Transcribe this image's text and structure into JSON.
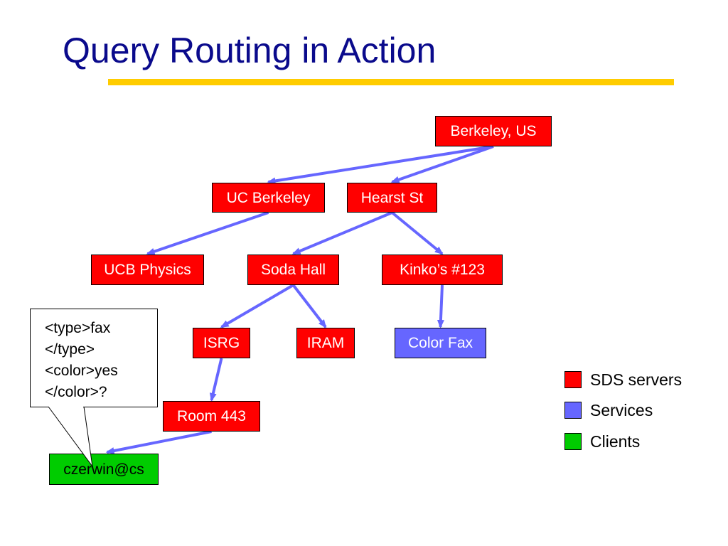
{
  "title": "Query Routing in Action",
  "colors": {
    "title_text": "#0a0a8c",
    "underline": "#ffcc00",
    "server": "#ff0000",
    "service": "#6666ff",
    "client": "#00cc00",
    "edge": "#6666ff"
  },
  "nodes": {
    "berkeley_us": "Berkeley, US",
    "uc_berkeley": "UC Berkeley",
    "hearst_st": "Hearst St",
    "ucb_physics": "UCB Physics",
    "soda_hall": "Soda Hall",
    "kinkos": "Kinko’s #123",
    "isrg": "ISRG",
    "iram": "IRAM",
    "color_fax": "Color Fax",
    "room_443": "Room 443",
    "client": "czerwin@cs"
  },
  "query_callout": {
    "lines": [
      "<type>fax",
      "</type>",
      "<color>yes",
      "</color>?"
    ]
  },
  "legend": {
    "sds_servers": "SDS servers",
    "services": "Services",
    "clients": "Clients"
  },
  "edges": [
    [
      "berkeley_us",
      "uc_berkeley"
    ],
    [
      "berkeley_us",
      "hearst_st"
    ],
    [
      "uc_berkeley",
      "ucb_physics"
    ],
    [
      "hearst_st",
      "soda_hall"
    ],
    [
      "hearst_st",
      "kinkos"
    ],
    [
      "kinkos",
      "color_fax"
    ],
    [
      "soda_hall",
      "isrg"
    ],
    [
      "soda_hall",
      "iram"
    ],
    [
      "isrg",
      "room_443"
    ],
    [
      "room_443",
      "client"
    ]
  ]
}
